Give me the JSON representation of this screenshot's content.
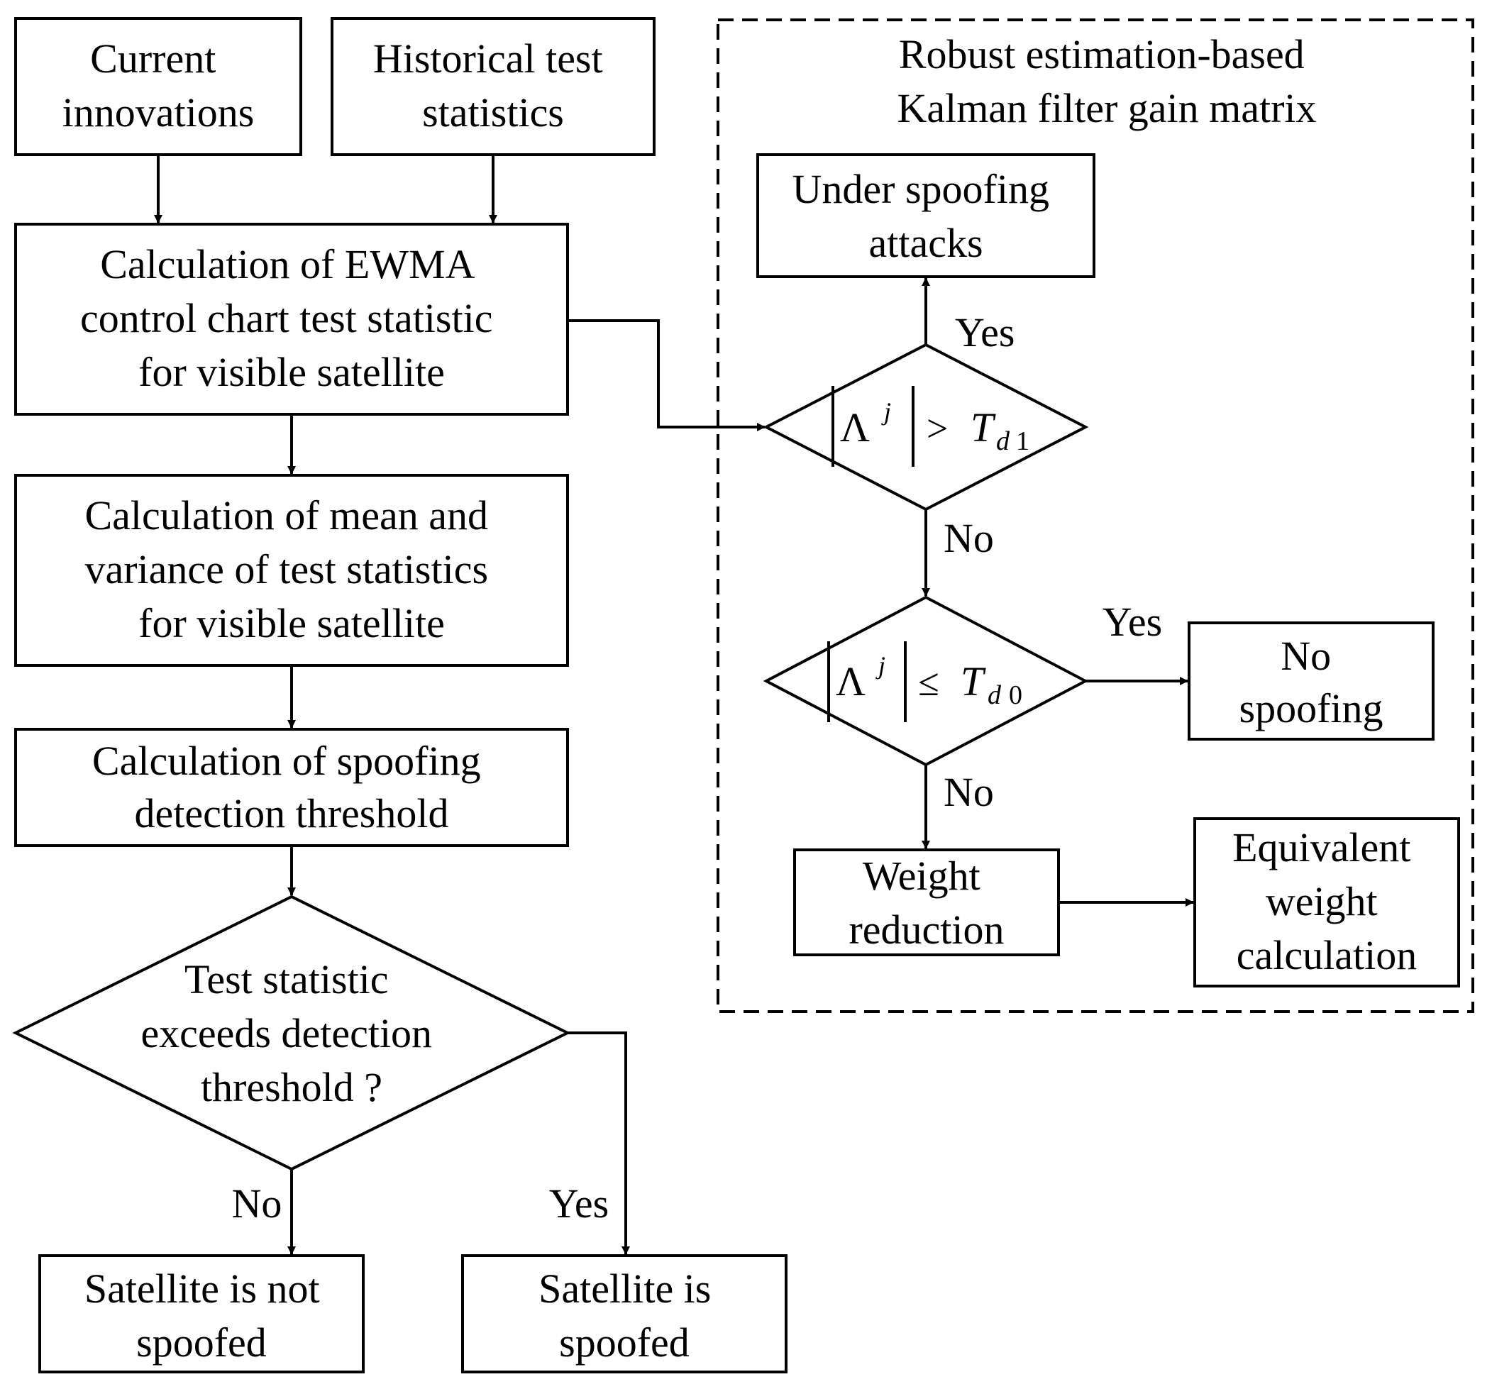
{
  "nodes": {
    "current_innovations": [
      "Current",
      "innovations"
    ],
    "historical_stats": [
      "Historical  test",
      "statistics"
    ],
    "ewma_calc": [
      "Calculation of EWMA",
      "control chart test statistic",
      "for visible satellite"
    ],
    "mean_var_calc": [
      "Calculation of mean and",
      "variance of test statistics",
      "for visible satellite"
    ],
    "threshold_calc": [
      "Calculation  of spoofing",
      "detection threshold"
    ],
    "test_decision": [
      "Test statistic",
      "exceeds detection",
      "threshold ?"
    ],
    "not_spoofed": [
      "Satellite is not",
      "spoofed"
    ],
    "spoofed": [
      "Satellite is",
      "spoofed"
    ],
    "robust_title": [
      "Robust estimation-based",
      "Kalman filter gain matrix"
    ],
    "under_attack": [
      "Under spoofing",
      "attacks"
    ],
    "no_spoofing": [
      "No",
      "spoofing"
    ],
    "weight_reduction": [
      "Weight",
      "reduction"
    ],
    "equivalent_weight": [
      "Equivalent",
      "weight",
      "calculation"
    ]
  },
  "conditions": {
    "upper": {
      "symbol": "Λ",
      "superscript": "j",
      "operator": ">",
      "threshold": "T",
      "sub_var": "d",
      "sub_index": "1"
    },
    "lower": {
      "symbol": "Λ",
      "superscript": "j",
      "operator": "≤",
      "threshold": "T",
      "sub_var": "d",
      "sub_index": "0"
    }
  },
  "edge_labels": {
    "test_no": "No",
    "test_yes": "Yes",
    "upper_yes": "Yes",
    "upper_no": "No",
    "lower_yes": "Yes",
    "lower_no": "No"
  }
}
